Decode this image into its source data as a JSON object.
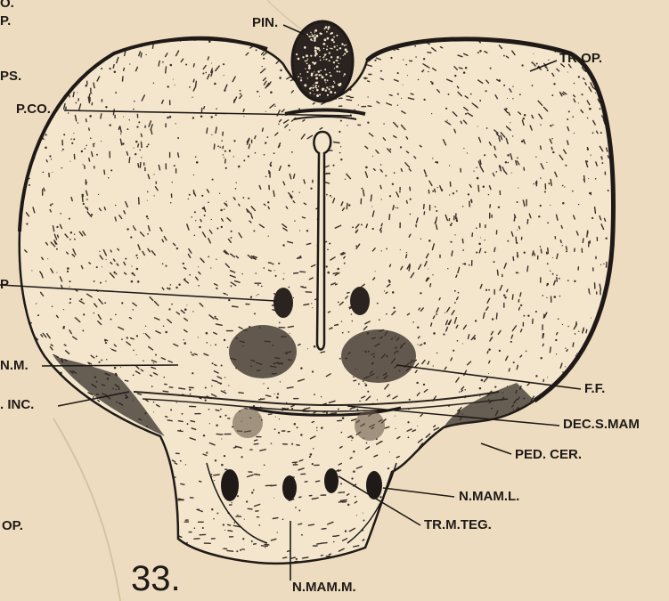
{
  "figure": {
    "number": "33.",
    "labels": {
      "pin": "PIN.",
      "tr_op": "TR.OP.",
      "p_co": "P.CO.",
      "f_f": "F.F.",
      "dec_s_mam": "DEC.S.MAM",
      "ped_cer": "PED. CER.",
      "n_mam_l": "N.MAM.L.",
      "tr_m_teg": "TR.M.TEG.",
      "n_mam_m": "N.MAM.M.",
      "n_m": "N.M.",
      "inc": ". INC.",
      "p_left": "P.",
      "o_top": "O.",
      "ps": "PS.",
      "op_bottom": "OP.",
      "p_mid": "P"
    },
    "colors": {
      "paper": "#eddcbf",
      "ink": "#1f1a17"
    }
  }
}
